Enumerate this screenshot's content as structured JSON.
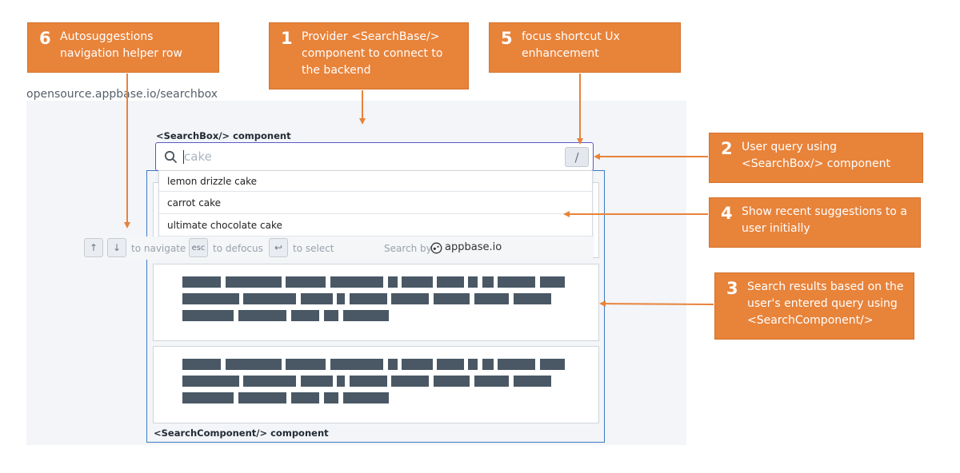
{
  "site_url": "opensource.appbase.io/searchbox",
  "searchbox": {
    "label": "<SearchBox/> component",
    "placeholder": "cake",
    "shortcut_key": "/"
  },
  "suggestions": [
    "lemon drizzle cake",
    "carrot cake",
    "ultimate chocolate cake"
  ],
  "helper_row": {
    "up_key": "↑",
    "down_key": "↓",
    "navigate": "to navigate",
    "esc_key": "esc",
    "defocus": "to defocus",
    "enter_key": "↩",
    "select": "to select",
    "search_by": "Search by",
    "brand": "appbase.io"
  },
  "search_component_label": "<SearchComponent/> component",
  "callouts": [
    {
      "num": "6",
      "text": "Autosuggestions navigation helper row"
    },
    {
      "num": "1",
      "text": "Provider <SearchBase/> component to connect to the backend"
    },
    {
      "num": "5",
      "text": "focus shortcut Ux enhancement"
    },
    {
      "num": "2",
      "text": "User query using <SearchBox/> component"
    },
    {
      "num": "4",
      "text": "Show recent suggestions to a user initially"
    },
    {
      "num": "3",
      "text": "Search results based on the user's entered query using <SearchComponent/>"
    }
  ],
  "colors": {
    "callout": "#e8833a",
    "searchbox_border": "#5b56c9",
    "results_border": "#3b7cc2",
    "placeholder_bar": "#4a5865",
    "panel": "#f3f5f8"
  }
}
